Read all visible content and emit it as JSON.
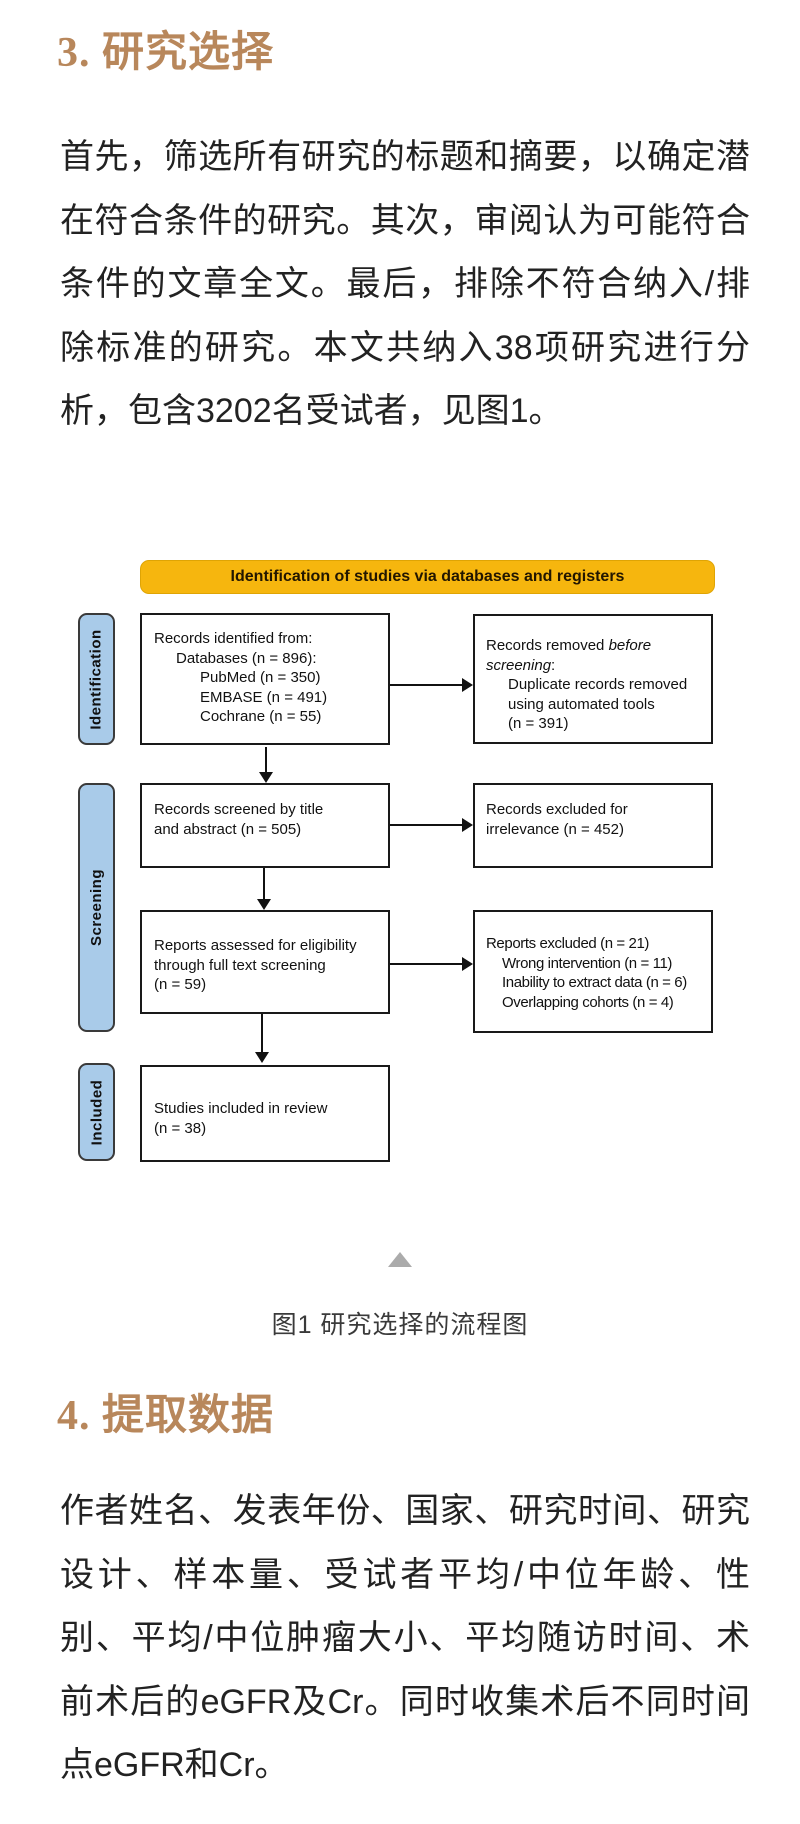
{
  "section3": {
    "heading": "3. 研究选择",
    "paragraph_lines": [
      "首先，筛选所有研究的标题和摘要，以确定潜",
      "在符合条件的研究。其次，审阅认为可能符合",
      "条件的文章全文。最后，排除不符合纳入/排",
      "除标准的研究。本文共纳入38项研究进行分",
      "析，包含3202名受试者，见图1。"
    ]
  },
  "figure": {
    "banner": {
      "label": "Identification of studies via databases and registers",
      "bg_color": "#F6B60E"
    },
    "stage_color": "#A9CBE9",
    "stages": [
      {
        "label": "Identification"
      },
      {
        "label": "Screening"
      },
      {
        "label": "Included"
      }
    ],
    "boxes": {
      "identified": {
        "lines": [
          "Records identified from:",
          {
            "t": "Databases (n = 896):",
            "ind": 22
          },
          {
            "t": "PubMed (n = 350)",
            "ind": 46
          },
          {
            "t": "EMBASE (n = 491)",
            "ind": 46
          },
          {
            "t": "Cochrane (n = 55)",
            "ind": 46
          }
        ]
      },
      "removed_before": {
        "lines": [
          {
            "parts": [
              {
                "t": "Records removed "
              },
              {
                "t": "before",
                "i": true
              }
            ]
          },
          {
            "parts": [
              {
                "t": "screening",
                "i": true
              },
              {
                "t": ":"
              }
            ]
          },
          {
            "t": "Duplicate records removed",
            "ind": 22
          },
          {
            "t": "using automated tools",
            "ind": 22
          },
          {
            "t": "(n = 391)",
            "ind": 22
          }
        ]
      },
      "screened": {
        "lines": [
          "Records screened by title",
          "and abstract (n = 505)"
        ]
      },
      "excluded_irrelevance": {
        "lines": [
          "Records excluded for",
          "irrelevance (n = 452)"
        ]
      },
      "assessed": {
        "lines": [
          "Reports assessed for eligibility",
          "through full text screening",
          "(n = 59)"
        ]
      },
      "reports_excluded": {
        "lines": [
          "Reports excluded (n = 21)",
          {
            "t": "Wrong intervention (n = 11)",
            "ind": 16
          },
          {
            "t": "Inability to extract data (n = 6)",
            "ind": 16
          },
          {
            "t": "Overlapping cohorts (n = 4)",
            "ind": 16
          }
        ]
      },
      "included_review": {
        "lines": [
          "Studies included in review",
          "(n = 38)"
        ]
      }
    },
    "caption": "图1 研究选择的流程图"
  },
  "section4": {
    "heading": "4. 提取数据",
    "paragraph_lines": [
      "作者姓名、发表年份、国家、研究时间、研究",
      "设计、样本量、受试者平均/中位年龄、性",
      "别、平均/中位肿瘤大小、平均随访时间、术",
      "前术后的eGFR及Cr。同时收集术后不同时间",
      "点eGFR和Cr。"
    ]
  }
}
